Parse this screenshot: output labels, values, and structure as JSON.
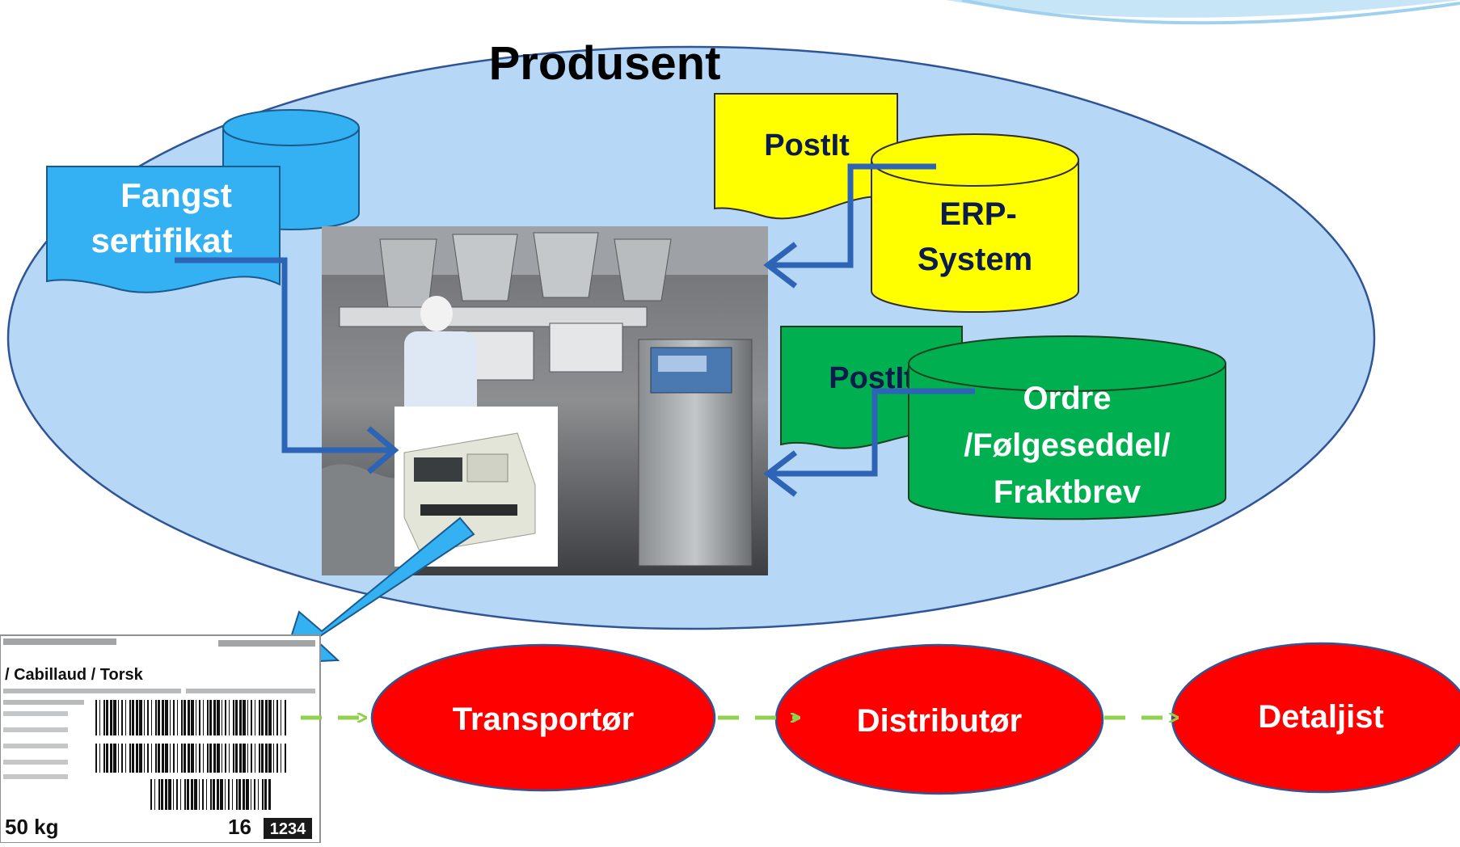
{
  "producer": {
    "title": "Produsent",
    "fill": "#b7d7f7",
    "stroke": "#2f5597"
  },
  "catch_certificate": {
    "line1": "Fangst",
    "line2": "sertifikat",
    "fill": "#33b1f2"
  },
  "postit_yellow": {
    "label": "PostIt",
    "fill": "#ffff00"
  },
  "erp": {
    "line1": "ERP-",
    "line2": "System",
    "fill": "#ffff00"
  },
  "postit_green": {
    "label": "PostIt",
    "fill": "#00b050"
  },
  "order": {
    "line1": "Ordre",
    "line2": "/Følgeseddel/",
    "line3": "Fraktbrev",
    "fill": "#00b050"
  },
  "chain": {
    "fill": "#ff0000",
    "arrow_color": "#92d050",
    "nodes": [
      {
        "label": "Transportør"
      },
      {
        "label": "Distributør"
      },
      {
        "label": "Detaljist"
      }
    ]
  },
  "shipping_label": {
    "product": "/ Cabillaud / Torsk",
    "weight": "50 kg",
    "count": "16",
    "box": "1234"
  },
  "icons": {
    "factory_photo": "factory-photo-icon",
    "label_printer": "label-printer-icon",
    "barcode": "barcode-icon"
  },
  "colors": {
    "connector": "#2e64b5",
    "print_arrow": "#33b1f2",
    "text_dark": "#0b1b4b"
  }
}
